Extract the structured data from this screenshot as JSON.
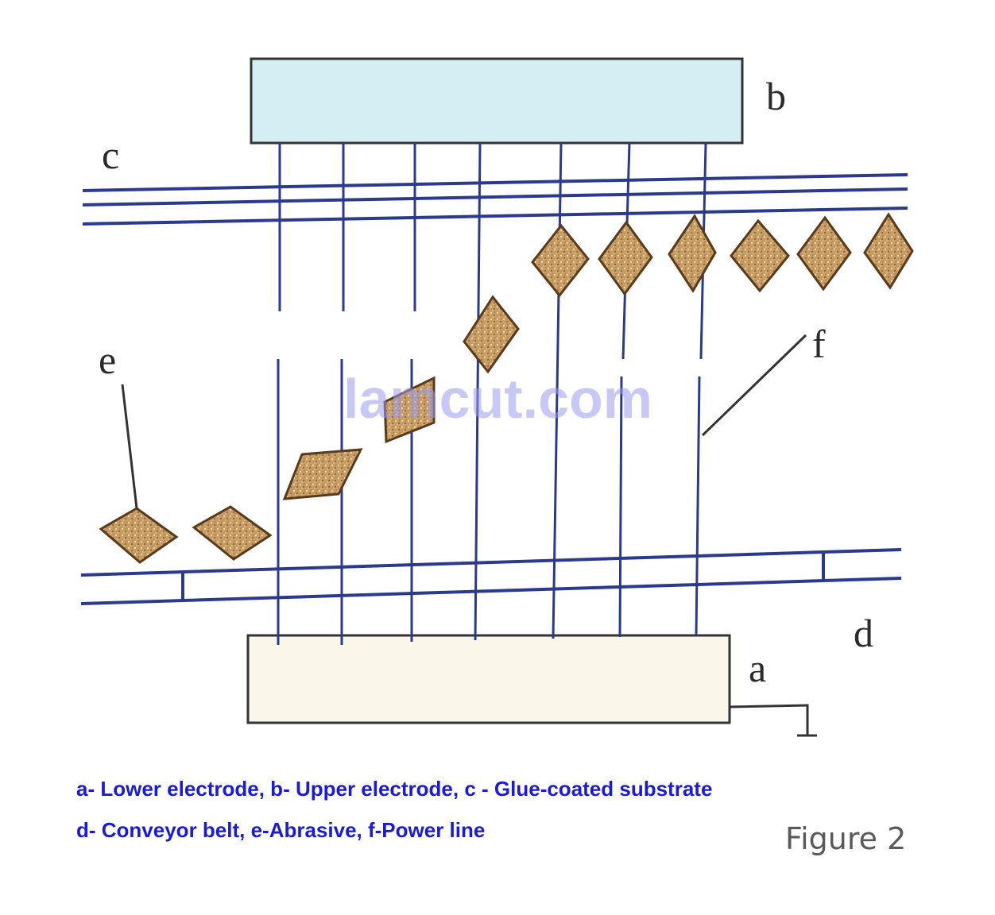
{
  "labels": {
    "a": "a",
    "b": "b",
    "c": "c",
    "d": "d",
    "e": "e",
    "f": "f"
  },
  "watermark": "lamcut.com",
  "legend": {
    "line1": "a- Lower electrode, b- Upper electrode, c - Glue-coated substrate",
    "line2": "d- Conveyor belt, e-Abrasive, f-Power line"
  },
  "caption": "Figure 2",
  "colors": {
    "upper_electrode_fill": "#d4eef3",
    "lower_electrode_fill": "#fbf6ea",
    "line_blue": "#2b3a8c",
    "abrasive_fill": "#c39a62",
    "abrasive_stroke": "#5a3a1a"
  }
}
